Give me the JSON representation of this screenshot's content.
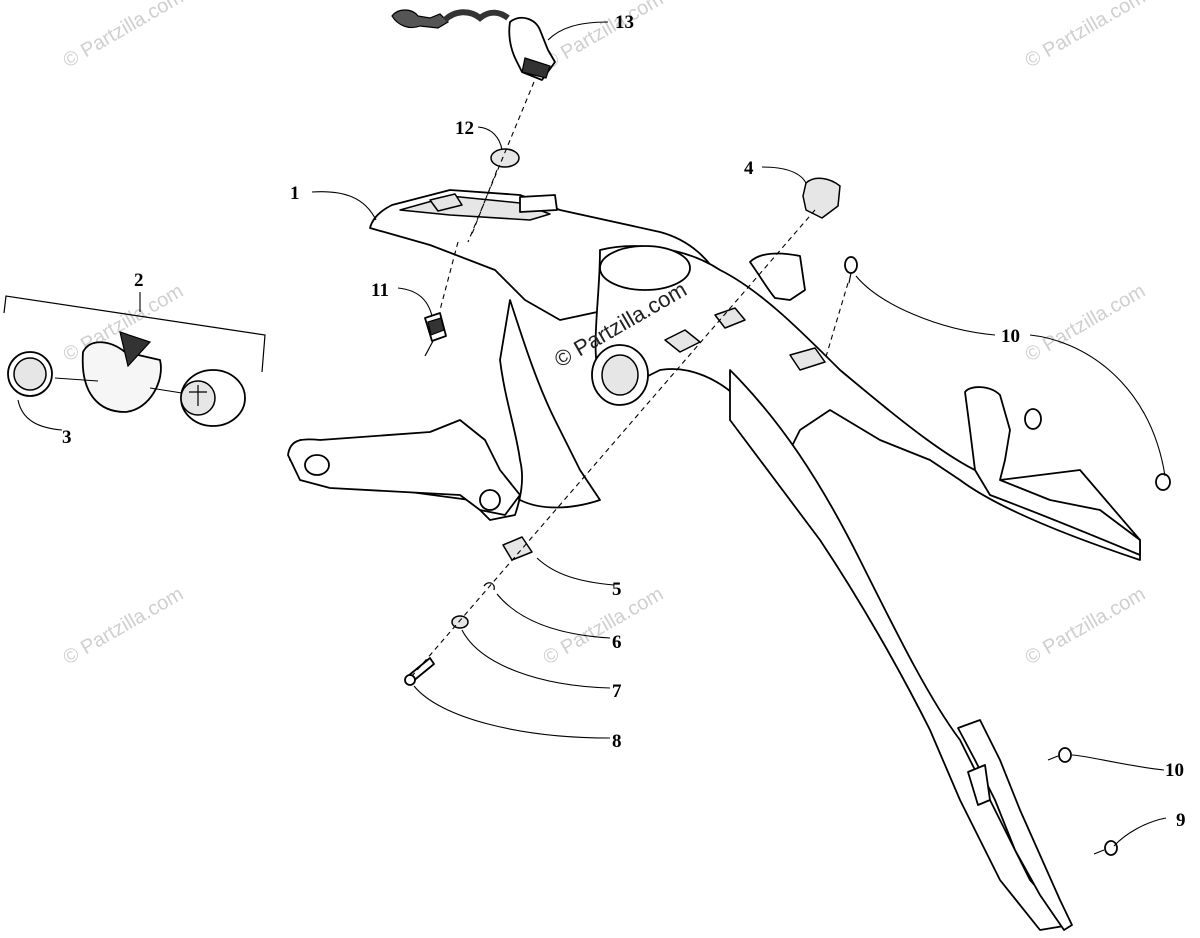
{
  "watermark": {
    "text": "© Partzilla.com",
    "center_text": "© Partzilla.com"
  },
  "callouts": [
    {
      "id": "1",
      "label": "1"
    },
    {
      "id": "2",
      "label": "2"
    },
    {
      "id": "3",
      "label": "3"
    },
    {
      "id": "4",
      "label": "4"
    },
    {
      "id": "5",
      "label": "5"
    },
    {
      "id": "6",
      "label": "6"
    },
    {
      "id": "7",
      "label": "7"
    },
    {
      "id": "8",
      "label": "8"
    },
    {
      "id": "9",
      "label": "9"
    },
    {
      "id": "10a",
      "label": "10"
    },
    {
      "id": "10b",
      "label": "10"
    },
    {
      "id": "11",
      "label": "11"
    },
    {
      "id": "12",
      "label": "12"
    },
    {
      "id": "13",
      "label": "13"
    }
  ]
}
